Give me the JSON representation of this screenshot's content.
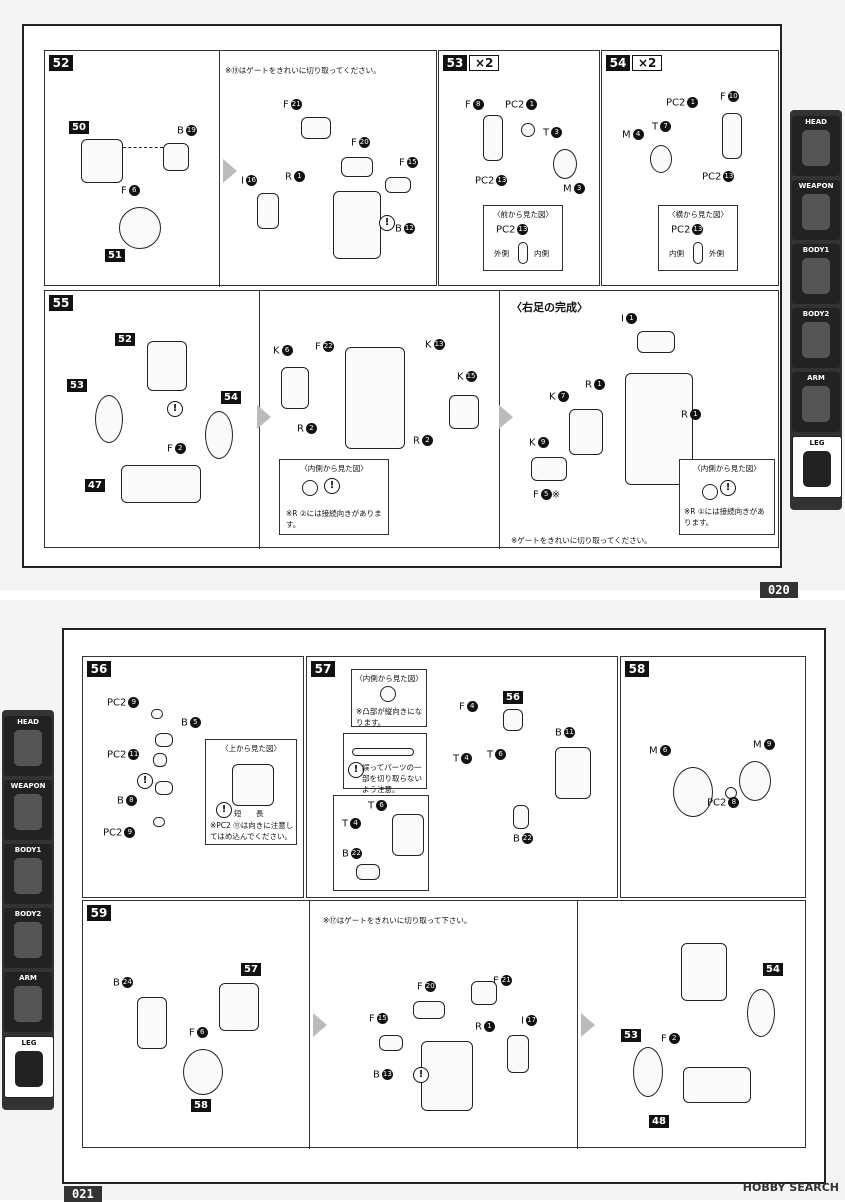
{
  "pages": {
    "top_number": "020",
    "bottom_number": "021"
  },
  "side_tabs": [
    "HEAD",
    "WEAPON",
    "BODY1",
    "BODY2",
    "ARM",
    "LEG"
  ],
  "steps": {
    "s52": {
      "num": "52",
      "note": "※⑲はゲートをきれいに切り取ってください。",
      "labels": {
        "ref50": "50",
        "ref51": "51",
        "b19": "B",
        "b19n": "19",
        "f6": "F",
        "f6n": "6",
        "f21": "F",
        "f21n": "21",
        "f20": "F",
        "f20n": "20",
        "f15": "F",
        "f15n": "15",
        "i16": "I",
        "i16n": "16",
        "r1": "R",
        "r1n": "1",
        "b12": "B",
        "b12n": "12"
      }
    },
    "s53": {
      "num": "53",
      "mult": "×2",
      "view_title": "〈前から見た図〉",
      "labels": {
        "f8": "F",
        "f8n": "8",
        "pc2_1": "PC2",
        "pc2_1n": "1",
        "t3": "T",
        "t3n": "3",
        "m3": "M",
        "m3n": "3",
        "pc2_13": "PC2",
        "pc2_13n": "13",
        "view_pc": "PC2",
        "view_pcn": "13",
        "outer": "外側",
        "inner": "内側"
      }
    },
    "s54": {
      "num": "54",
      "mult": "×2",
      "view_title": "〈横から見た図〉",
      "labels": {
        "pc2_1": "PC2",
        "pc2_1n": "1",
        "f10": "F",
        "f10n": "10",
        "m4": "M",
        "m4n": "4",
        "t7": "T",
        "t7n": "7",
        "pc2_13": "PC2",
        "pc2_13n": "13",
        "view_pc": "PC2",
        "view_pcn": "13",
        "inner": "内側",
        "outer": "外側"
      }
    },
    "s55": {
      "num": "55",
      "complete_title": "〈右足の完成〉",
      "inner_view_title": "〈内側から見た図〉",
      "note_r2": "※R ②には接続向きがあります。",
      "note_r1": "※R ①には接続向きがあります。",
      "gate_note": "※ゲートをきれいに切り取ってください。",
      "labels": {
        "ref52": "52",
        "ref53": "53",
        "ref54": "54",
        "ref47": "47",
        "f2": "F",
        "f2n": "2",
        "k6": "K",
        "k6n": "6",
        "f22": "F",
        "f22n": "22",
        "k13": "K",
        "k13n": "13",
        "k15": "K",
        "k15n": "15",
        "r2a": "R",
        "r2an": "2",
        "r2b": "R",
        "r2bn": "2",
        "i1": "I",
        "i1n": "1",
        "k7": "K",
        "k7n": "7",
        "r1a": "R",
        "r1an": "1",
        "r1b": "R",
        "r1bn": "1",
        "k9": "K",
        "k9n": "9",
        "f5": "F",
        "f5n": "5"
      }
    },
    "s56": {
      "num": "56",
      "view_title": "〈上から見た図〉",
      "note": "※PC2 ⑪は向きに注意してはめ込んでください。",
      "labels": {
        "pc2_9a": "PC2",
        "pc2_9an": "9",
        "b5": "B",
        "b5n": "5",
        "pc2_11": "PC2",
        "pc2_11n": "11",
        "b8": "B",
        "b8n": "8",
        "pc2_9b": "PC2",
        "pc2_9bn": "9",
        "short": "短",
        "long": "長"
      }
    },
    "s57": {
      "num": "57",
      "view_title": "〈内側から見た図〉",
      "note_convex": "※凸部が縦向きになります。",
      "note_careful": "誤ってパーツの一部を切り取らないよう注意。",
      "labels": {
        "ref56": "56",
        "f4": "F",
        "f4n": "4",
        "b11": "B",
        "b11n": "11",
        "t4": "T",
        "t4n": "4",
        "t6": "T",
        "t6n": "6",
        "b22": "B",
        "b22n": "22",
        "t6b": "T",
        "t6bn": "6",
        "t4b": "T",
        "t4bn": "4",
        "b22b": "B",
        "b22bn": "22"
      }
    },
    "s58": {
      "num": "58",
      "labels": {
        "m6": "M",
        "m6n": "6",
        "m9": "M",
        "m9n": "9",
        "pc2_8": "PC2",
        "pc2_8n": "8"
      }
    },
    "s59": {
      "num": "59",
      "note": "※⑰はゲートをきれいに切り取って下さい。",
      "labels": {
        "b24": "B",
        "b24n": "24",
        "ref57": "57",
        "f6": "F",
        "f6n": "6",
        "ref58": "58",
        "f20": "F",
        "f20n": "20",
        "f21": "F",
        "f21n": "21",
        "f15": "F",
        "f15n": "15",
        "r1": "R",
        "r1n": "1",
        "i17": "I",
        "i17n": "17",
        "b13": "B",
        "b13n": "13",
        "ref53": "53",
        "ref54": "54",
        "f2": "F",
        "f2n": "2",
        "ref48": "48"
      }
    }
  },
  "watermark": "HOBBY SEARCH"
}
